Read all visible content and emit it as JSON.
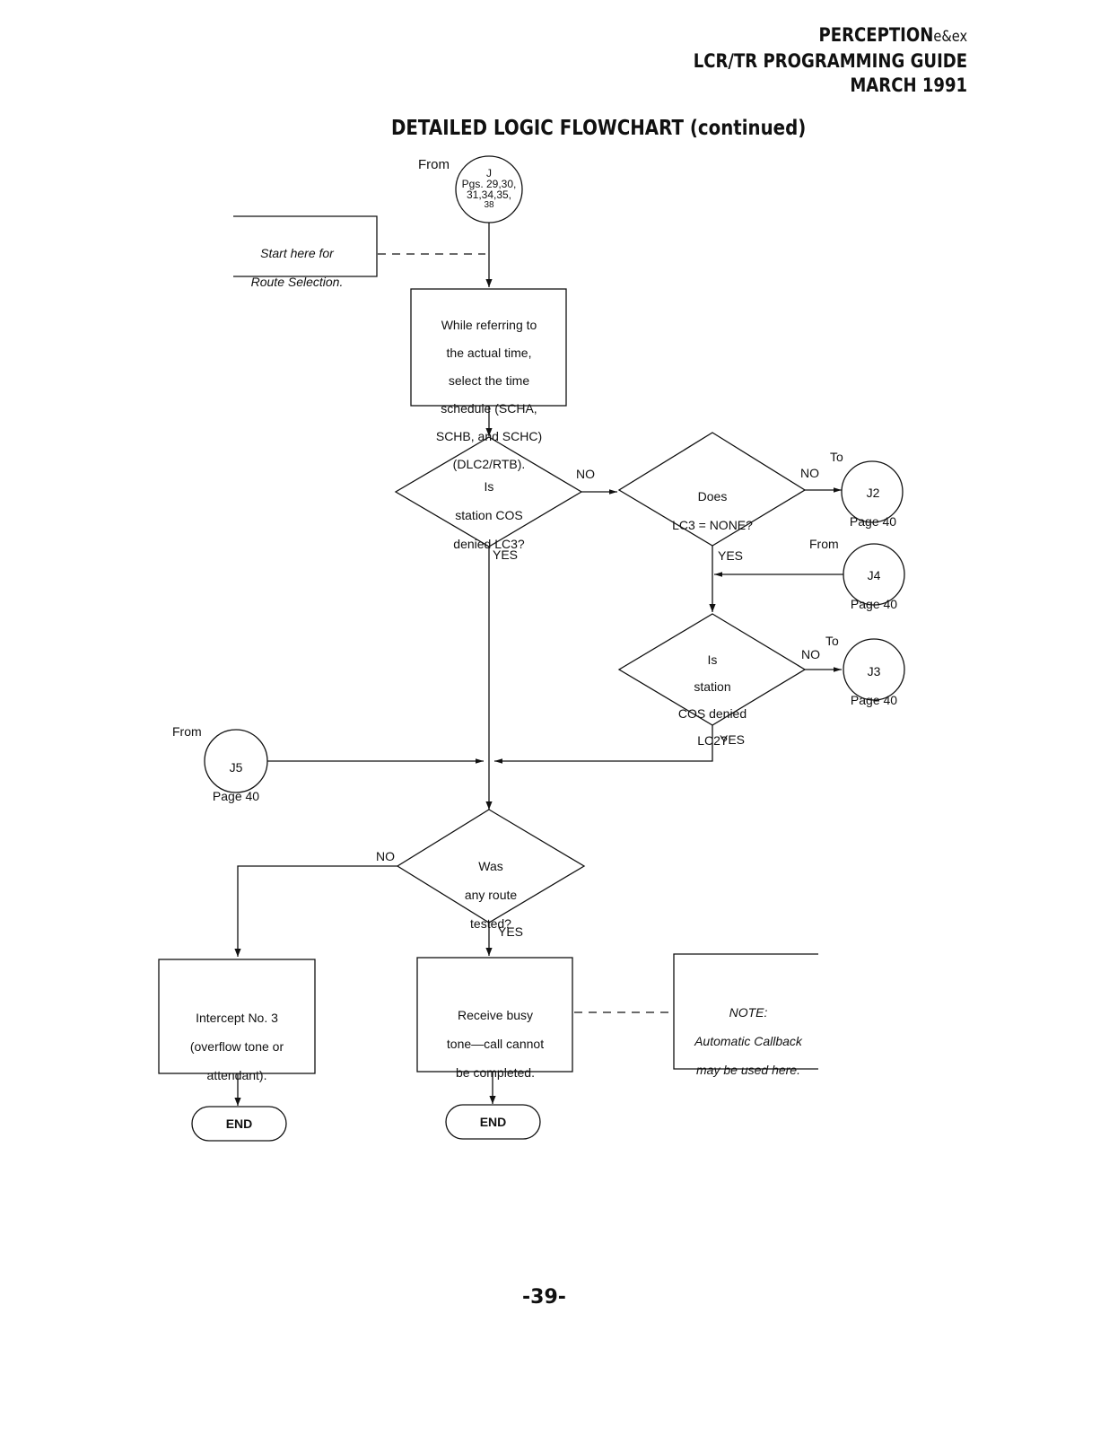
{
  "header": {
    "line1_main": "PERCEPTION",
    "line1_sub": "e&ex",
    "line2": "LCR/TR PROGRAMMING GUIDE",
    "line3": "MARCH 1991"
  },
  "title": {
    "main": "DETAILED LOGIC FLOWCHART",
    "suffix": "(continued)"
  },
  "connectors": {
    "j_in": {
      "label": "From",
      "lines": [
        "J",
        "Pgs. 29,30,",
        "31,34,35,",
        "38"
      ]
    },
    "j2_out": {
      "label": "To",
      "lines": [
        "J2",
        "Page 40"
      ]
    },
    "j4_in": {
      "label": "From",
      "lines": [
        "J4",
        "Page 40"
      ]
    },
    "j3_out": {
      "label": "To",
      "lines": [
        "J3",
        "Page 40"
      ]
    },
    "j5_in": {
      "label": "From",
      "lines": [
        "J5",
        "Page 40"
      ]
    }
  },
  "start_note": {
    "lines": [
      "Start here for",
      "Route Selection."
    ]
  },
  "process_select": {
    "lines": [
      "While referring to",
      "the actual time,",
      "select the time",
      "schedule (SCHA,",
      "SCHB, and SCHC)",
      "(DLC2/RTB)."
    ]
  },
  "decision_lc3_denied": {
    "lines": [
      "Is",
      "station COS",
      "denied LC3?"
    ],
    "no_label": "NO",
    "yes_label": "YES"
  },
  "decision_lc3_none": {
    "lines": [
      "Does",
      "LC3 = NONE?"
    ],
    "no_label": "NO",
    "yes_label": "YES"
  },
  "decision_lc2_denied": {
    "lines": [
      "Is",
      "station",
      "COS denied",
      "LC2?"
    ],
    "no_label": "NO",
    "yes_label": "YES"
  },
  "decision_route_tested": {
    "lines": [
      "Was",
      "any route",
      "tested?"
    ],
    "no_label": "NO",
    "yes_label": "YES"
  },
  "process_intercept": {
    "lines": [
      "Intercept No. 3",
      "(overflow tone or",
      "attendant)."
    ]
  },
  "process_busy": {
    "lines": [
      "Receive busy",
      "tone—call cannot",
      "be completed."
    ]
  },
  "note": {
    "lines": [
      "NOTE:",
      "Automatic Callback",
      "may be used here."
    ]
  },
  "terminal_left": "END",
  "terminal_right": "END",
  "page_number": "-39-"
}
